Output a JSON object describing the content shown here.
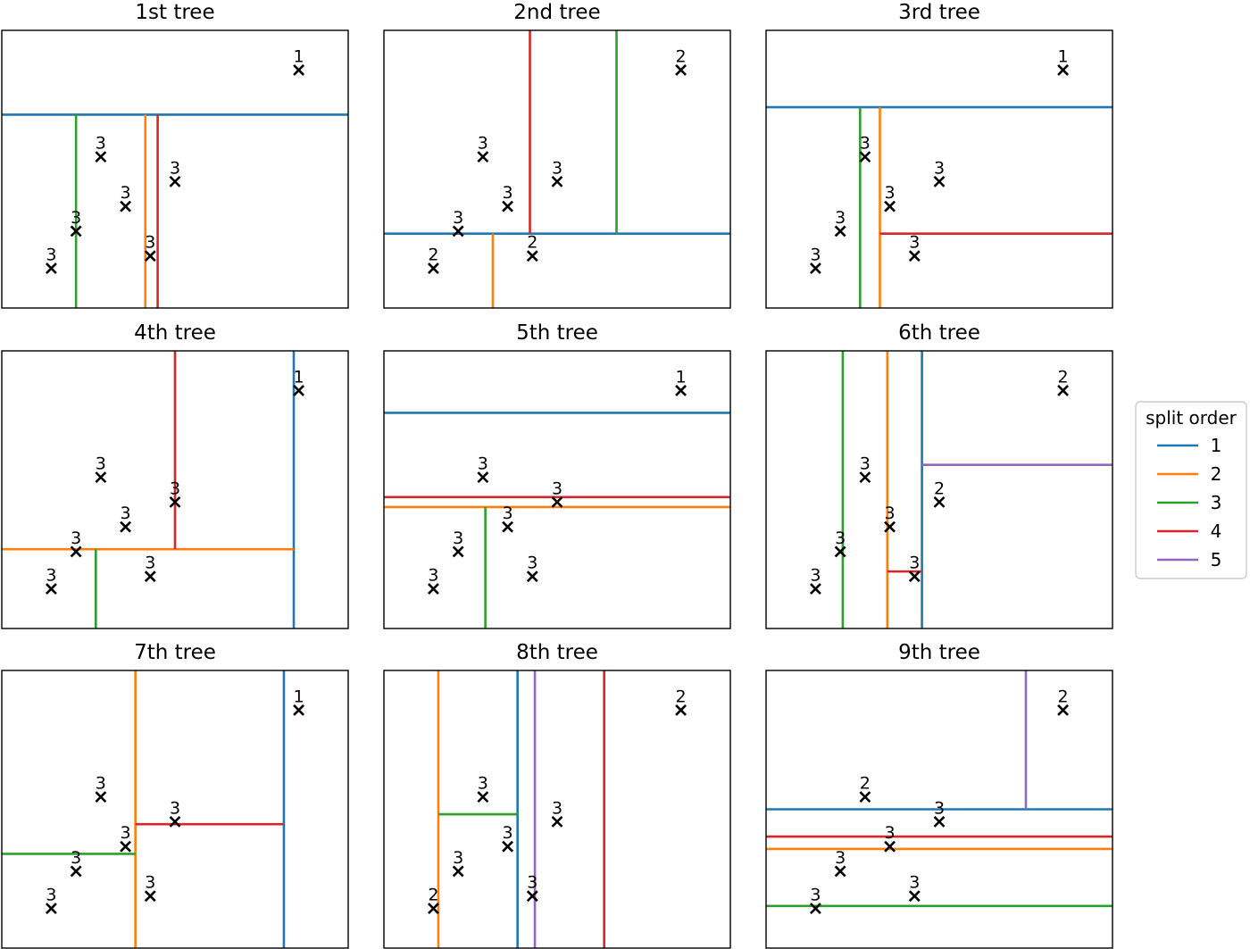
{
  "chart_data": {
    "type": "scatter",
    "xlim": [
      0,
      7
    ],
    "ylim": [
      0,
      5.6
    ],
    "grid": false,
    "legend": {
      "title": "split order",
      "placement": "right",
      "entries": [
        {
          "label": "1",
          "color": "#1f77b4"
        },
        {
          "label": "2",
          "color": "#ff7f0e"
        },
        {
          "label": "3",
          "color": "#2ca02c"
        },
        {
          "label": "4",
          "color": "#d62728"
        },
        {
          "label": "5",
          "color": "#9467bd"
        }
      ]
    },
    "points": [
      {
        "x": 1.0,
        "y": 0.8
      },
      {
        "x": 1.5,
        "y": 1.55
      },
      {
        "x": 2.0,
        "y": 3.05
      },
      {
        "x": 2.5,
        "y": 2.05
      },
      {
        "x": 3.0,
        "y": 1.05
      },
      {
        "x": 3.5,
        "y": 2.55
      },
      {
        "x": 6.0,
        "y": 4.8
      }
    ],
    "panels": [
      {
        "title": "1st tree",
        "labels": [
          "3",
          "3",
          "3",
          "3",
          "3",
          "3",
          "1"
        ],
        "splits": [
          {
            "order": 1,
            "axis": "y",
            "at": 3.9,
            "from": 0,
            "to": 7
          },
          {
            "order": 2,
            "axis": "x",
            "at": 2.9,
            "from": 0,
            "to": 3.9
          },
          {
            "order": 3,
            "axis": "x",
            "at": 1.5,
            "from": 0,
            "to": 3.9
          },
          {
            "order": 4,
            "axis": "x",
            "at": 3.15,
            "from": 0,
            "to": 3.9
          }
        ]
      },
      {
        "title": "2nd tree",
        "labels": [
          "2",
          "3",
          "3",
          "3",
          "2",
          "3",
          "2"
        ],
        "splits": [
          {
            "order": 1,
            "axis": "y",
            "at": 1.5,
            "from": 0,
            "to": 7
          },
          {
            "order": 2,
            "axis": "x",
            "at": 2.2,
            "from": 0,
            "to": 1.5
          },
          {
            "order": 3,
            "axis": "x",
            "at": 4.7,
            "from": 1.5,
            "to": 5.6
          },
          {
            "order": 4,
            "axis": "x",
            "at": 2.95,
            "from": 1.5,
            "to": 5.6
          }
        ]
      },
      {
        "title": "3rd tree",
        "labels": [
          "3",
          "3",
          "3",
          "3",
          "3",
          "3",
          "1"
        ],
        "splits": [
          {
            "order": 1,
            "axis": "y",
            "at": 4.05,
            "from": 0,
            "to": 7
          },
          {
            "order": 2,
            "axis": "x",
            "at": 2.3,
            "from": 0,
            "to": 4.05
          },
          {
            "order": 3,
            "axis": "x",
            "at": 1.9,
            "from": 0,
            "to": 4.05
          },
          {
            "order": 4,
            "axis": "y",
            "at": 1.5,
            "from": 2.3,
            "to": 7
          }
        ]
      },
      {
        "title": "4th tree",
        "labels": [
          "3",
          "3",
          "3",
          "3",
          "3",
          "3",
          "1"
        ],
        "splits": [
          {
            "order": 1,
            "axis": "x",
            "at": 5.9,
            "from": 0,
            "to": 5.6
          },
          {
            "order": 2,
            "axis": "y",
            "at": 1.6,
            "from": 0,
            "to": 5.9
          },
          {
            "order": 3,
            "axis": "x",
            "at": 1.9,
            "from": 0,
            "to": 1.6
          },
          {
            "order": 4,
            "axis": "x",
            "at": 3.5,
            "from": 1.6,
            "to": 5.6
          }
        ]
      },
      {
        "title": "5th tree",
        "labels": [
          "3",
          "3",
          "3",
          "3",
          "3",
          "3",
          "1"
        ],
        "splits": [
          {
            "order": 1,
            "axis": "y",
            "at": 4.35,
            "from": 0,
            "to": 7
          },
          {
            "order": 2,
            "axis": "y",
            "at": 2.45,
            "from": 0,
            "to": 7
          },
          {
            "order": 4,
            "axis": "y",
            "at": 2.65,
            "from": 0,
            "to": 7
          },
          {
            "order": 3,
            "axis": "x",
            "at": 2.05,
            "from": 0,
            "to": 2.45
          }
        ]
      },
      {
        "title": "6th tree",
        "labels": [
          "3",
          "3",
          "3",
          "3",
          "3",
          "2",
          "2"
        ],
        "splits": [
          {
            "order": 1,
            "axis": "x",
            "at": 3.15,
            "from": 0,
            "to": 5.6
          },
          {
            "order": 2,
            "axis": "x",
            "at": 2.45,
            "from": 0,
            "to": 5.6
          },
          {
            "order": 3,
            "axis": "x",
            "at": 1.55,
            "from": 0,
            "to": 5.6
          },
          {
            "order": 4,
            "axis": "y",
            "at": 1.15,
            "from": 2.45,
            "to": 3.15
          },
          {
            "order": 5,
            "axis": "y",
            "at": 3.3,
            "from": 3.15,
            "to": 7
          }
        ]
      },
      {
        "title": "7th tree",
        "labels": [
          "3",
          "3",
          "3",
          "3",
          "3",
          "3",
          "1"
        ],
        "splits": [
          {
            "order": 1,
            "axis": "x",
            "at": 5.7,
            "from": 0,
            "to": 5.6
          },
          {
            "order": 2,
            "axis": "x",
            "at": 2.7,
            "from": 0,
            "to": 5.6
          },
          {
            "order": 3,
            "axis": "y",
            "at": 1.9,
            "from": 0,
            "to": 2.7
          },
          {
            "order": 4,
            "axis": "y",
            "at": 2.5,
            "from": 2.7,
            "to": 5.7
          }
        ]
      },
      {
        "title": "8th tree",
        "labels": [
          "2",
          "3",
          "3",
          "3",
          "3",
          "3",
          "2"
        ],
        "splits": [
          {
            "order": 1,
            "axis": "x",
            "at": 2.7,
            "from": 0,
            "to": 5.6
          },
          {
            "order": 2,
            "axis": "x",
            "at": 1.1,
            "from": 0,
            "to": 5.6
          },
          {
            "order": 3,
            "axis": "y",
            "at": 2.7,
            "from": 1.1,
            "to": 2.7
          },
          {
            "order": 4,
            "axis": "x",
            "at": 4.45,
            "from": 0,
            "to": 5.6
          },
          {
            "order": 5,
            "axis": "x",
            "at": 3.05,
            "from": 0,
            "to": 5.6
          }
        ]
      },
      {
        "title": "9th tree",
        "labels": [
          "3",
          "3",
          "2",
          "3",
          "3",
          "3",
          "2"
        ],
        "splits": [
          {
            "order": 1,
            "axis": "y",
            "at": 2.8,
            "from": 0,
            "to": 7
          },
          {
            "order": 2,
            "axis": "y",
            "at": 2.0,
            "from": 0,
            "to": 7
          },
          {
            "order": 3,
            "axis": "y",
            "at": 0.85,
            "from": 0,
            "to": 7
          },
          {
            "order": 4,
            "axis": "y",
            "at": 2.25,
            "from": 0,
            "to": 7
          },
          {
            "order": 5,
            "axis": "x",
            "at": 5.25,
            "from": 2.8,
            "to": 5.6
          }
        ]
      }
    ]
  }
}
